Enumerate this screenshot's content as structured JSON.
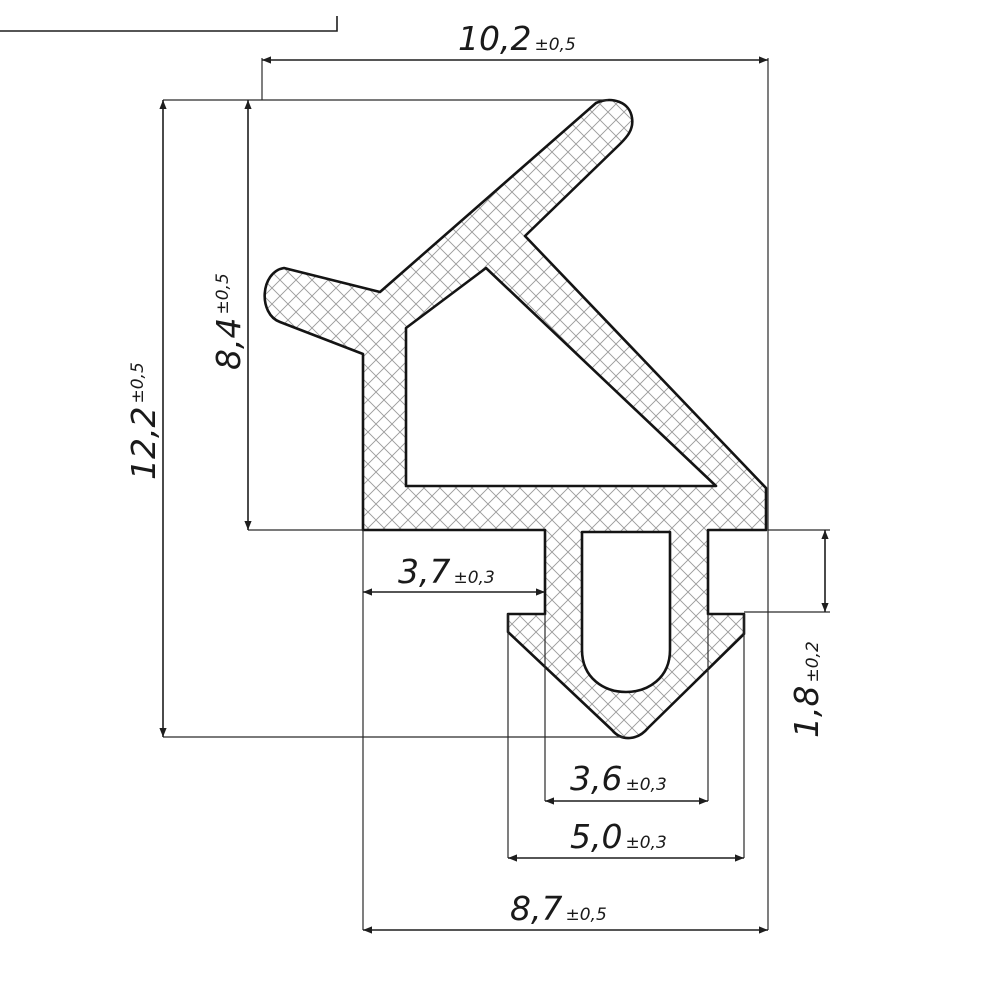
{
  "dimensions": {
    "overall_width": {
      "value": "10,2",
      "tol": "±0,5"
    },
    "overall_height": {
      "value": "12,2",
      "tol": "±0,5"
    },
    "upper_height": {
      "value": "8,4",
      "tol": "±0,5"
    },
    "left_offset": {
      "value": "3,7",
      "tol": "±0,3"
    },
    "slot_width": {
      "value": "3,6",
      "tol": "±0,3"
    },
    "foot_width": {
      "value": "5,0",
      "tol": "±0,3"
    },
    "base_width": {
      "value": "8,7",
      "tol": "±0,5"
    },
    "step_height": {
      "value": "1,8",
      "tol": "±0,2"
    }
  },
  "colors": {
    "ink": "#1a1a1a",
    "paper": "#ffffff"
  }
}
